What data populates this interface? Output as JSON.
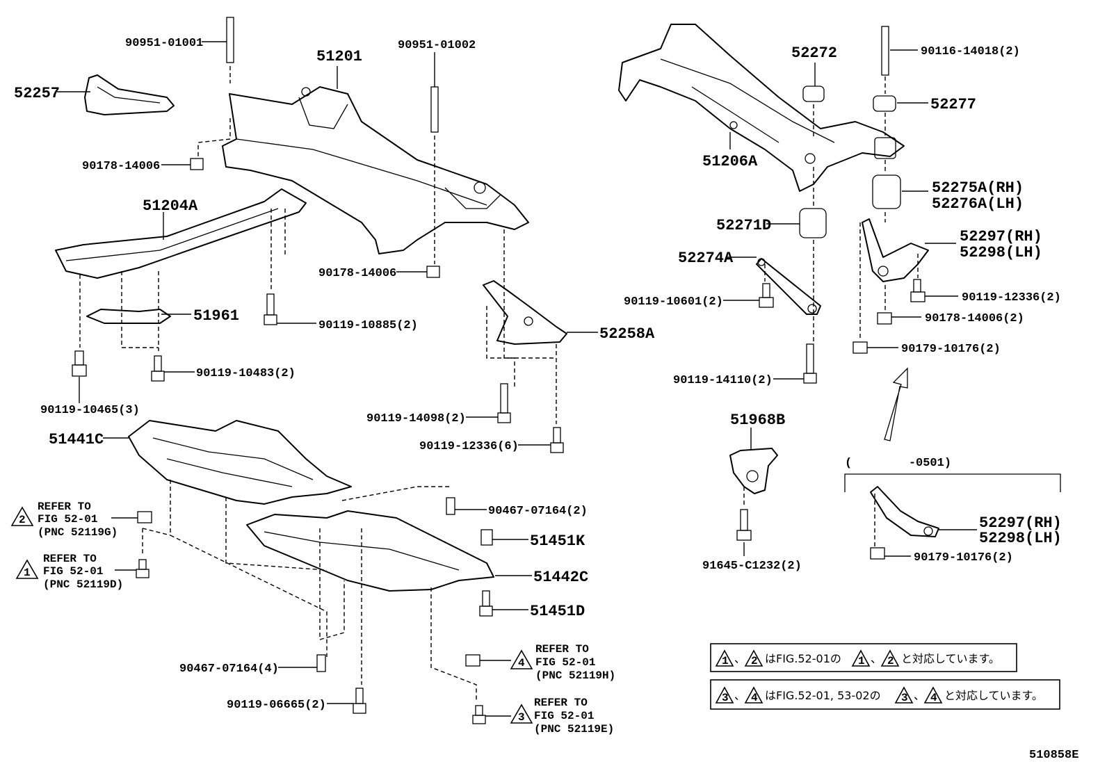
{
  "drawing_id": "510858E",
  "labels": {
    "p90951_01001": "90951-01001",
    "p51201": "51201",
    "p90951_01002": "90951-01002",
    "p52257": "52257",
    "p90178_14006_a": "90178-14006",
    "p51204A": "51204A",
    "p90178_14006_b": "90178-14006",
    "p51961": "51961",
    "p90119_10885": "90119-10885(2)",
    "p52258A": "52258A",
    "p90119_10483": "90119-10483(2)",
    "p90119_10465": "90119-10465(3)",
    "p90119_14098": "90119-14098(2)",
    "p90119_12336_6": "90119-12336(6)",
    "p51441C": "51441C",
    "p90467_07164_2": "90467-07164(2)",
    "p51451K": "51451K",
    "p51442C": "51442C",
    "p51451D": "51451D",
    "p90467_07164_4": "90467-07164(4)",
    "p90119_06665": "90119-06665(2)",
    "p52272": "52272",
    "p90116_14018": "90116-14018(2)",
    "p52277": "52277",
    "p51206A": "51206A",
    "p52275A": "52275A(RH)",
    "p52276A": "52276A(LH)",
    "p52271D": "52271D",
    "p52297_a": "52297(RH)",
    "p52298_a": "52298(LH)",
    "p52274A": "52274A",
    "p90119_10601": "90119-10601(2)",
    "p90119_12336_2": "90119-12336(2)",
    "p90178_14006_2": "90178-14006(2)",
    "p90179_10176_a": "90179-10176(2)",
    "p90119_14110": "90119-14110(2)",
    "p51968B": "51968B",
    "p91645_C1232": "91645-C1232(2)",
    "date_range": "(        -0501)",
    "p52297_b": "52297(RH)",
    "p52298_b": "52298(LH)",
    "p90179_10176_b": "90179-10176(2)"
  },
  "refs": [
    {
      "num": "2",
      "line1": "REFER TO",
      "line2": "FIG 52-01",
      "line3": "(PNC 52119G)"
    },
    {
      "num": "1",
      "line1": "REFER TO",
      "line2": "FIG 52-01",
      "line3": "(PNC 52119D)"
    },
    {
      "num": "4",
      "line1": "REFER TO",
      "line2": "FIG 52-01",
      "line3": "(PNC 52119H)"
    },
    {
      "num": "3",
      "line1": "REFER TO",
      "line2": "FIG 52-01",
      "line3": "(PNC 52119E)"
    }
  ],
  "notes": {
    "note1": {
      "n1": "1",
      "n2": "2",
      "text_a": "、",
      "text_b": "はFIG.52-01の",
      "n3": "1",
      "text_c": "、",
      "n4": "2",
      "text_d": "と対応しています。"
    },
    "note2": {
      "n1": "3",
      "n2": "4",
      "text_a": "、",
      "text_b": "はFIG.52-01, 53-02の",
      "n3": "3",
      "text_c": "、",
      "n4": "4",
      "text_d": "と対応しています。"
    }
  }
}
